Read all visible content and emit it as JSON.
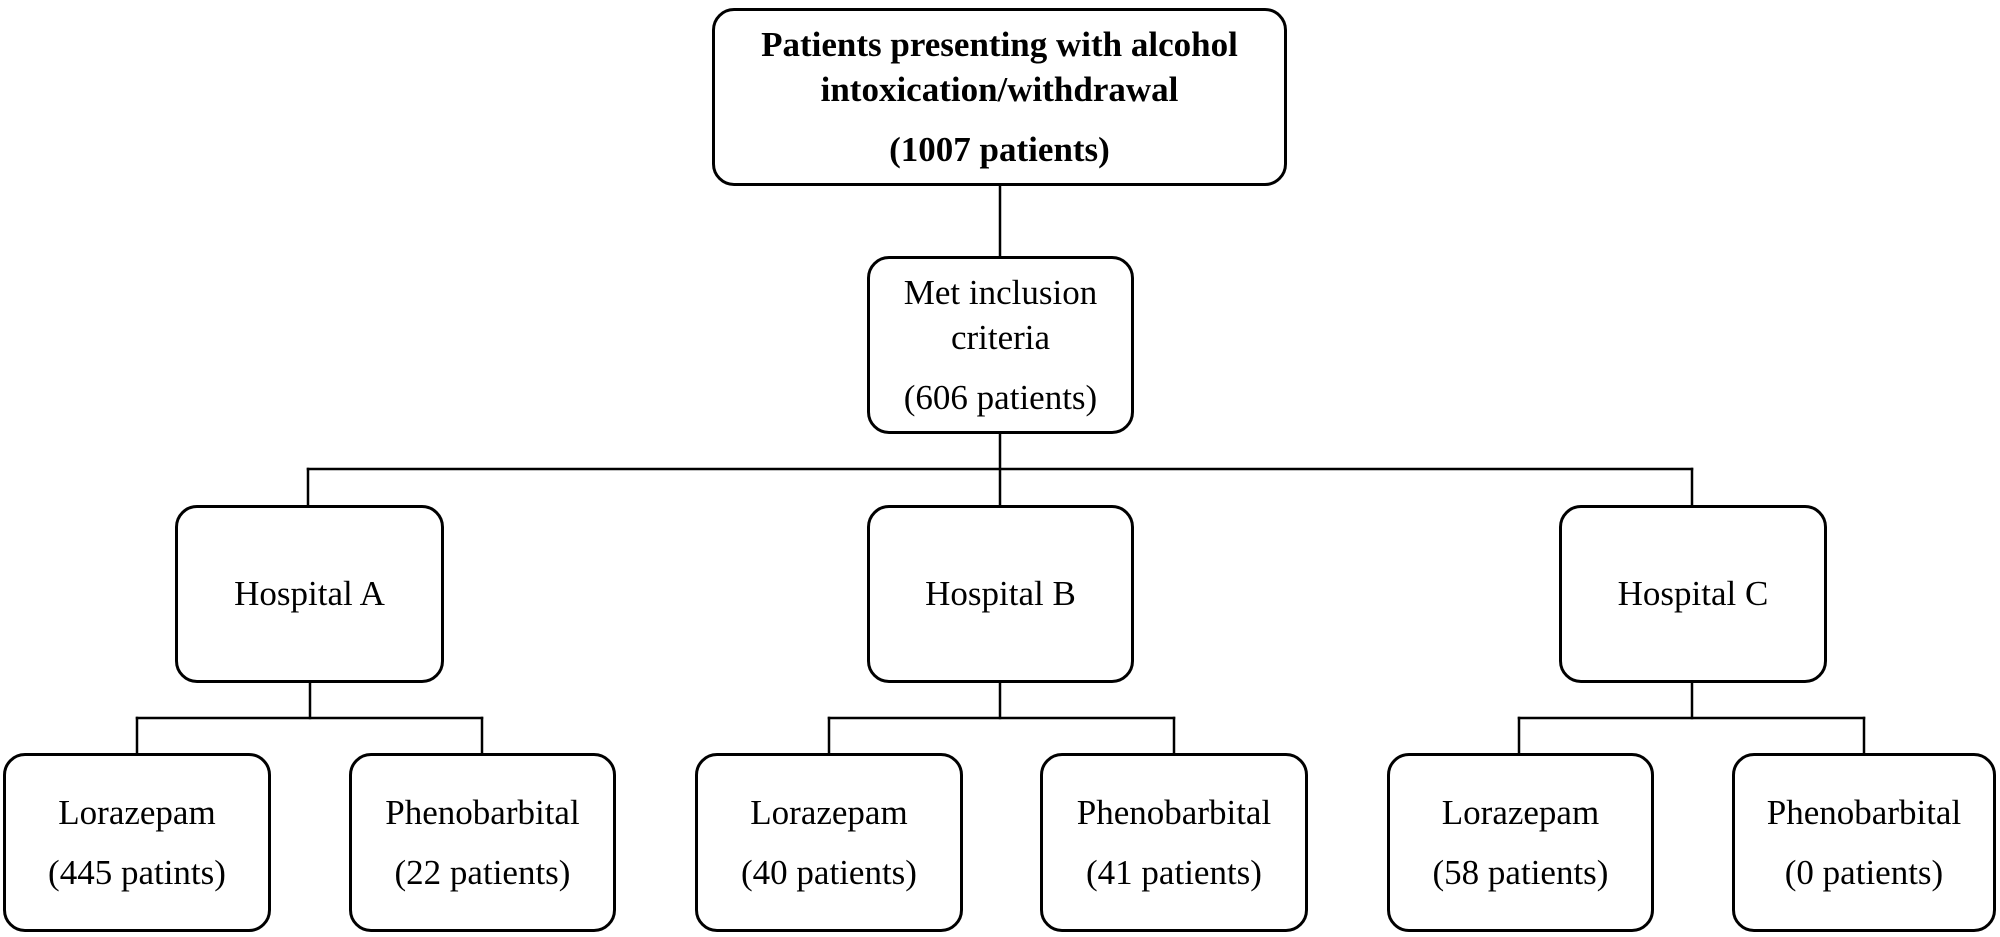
{
  "root": {
    "title_line1": "Patients presenting with alcohol",
    "title_line2": "intoxication/withdrawal",
    "count": "(1007 patients)"
  },
  "inclusion": {
    "line1": "Met inclusion",
    "line2": "criteria",
    "count": "(606 patients)"
  },
  "hospitals": [
    {
      "label": "Hospital A",
      "arms": [
        {
          "drug": "Lorazepam",
          "count": "(445 patints)"
        },
        {
          "drug": "Phenobarbital",
          "count": "(22 patients)"
        }
      ]
    },
    {
      "label": "Hospital B",
      "arms": [
        {
          "drug": "Lorazepam",
          "count": "(40 patients)"
        },
        {
          "drug": "Phenobarbital",
          "count": "(41 patients)"
        }
      ]
    },
    {
      "label": "Hospital C",
      "arms": [
        {
          "drug": "Lorazepam",
          "count": "(58 patients)"
        },
        {
          "drug": "Phenobarbital",
          "count": "(0 patients)"
        }
      ]
    }
  ]
}
